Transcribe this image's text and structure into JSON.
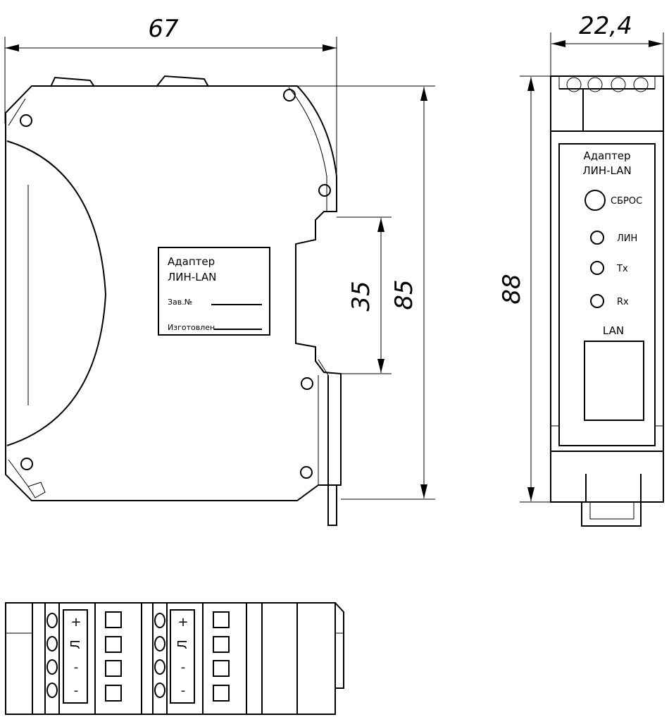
{
  "dimensions": {
    "width_top": "67",
    "width_front": "22,4",
    "height_rail": "35",
    "height_side": "85",
    "height_front": "88"
  },
  "side_label": {
    "title_line1": "Адаптер",
    "title_line2": "ЛИН-LAN",
    "serial_label": "Зав.№",
    "manufactured_label": "Изготовлен"
  },
  "front_panel": {
    "title_line1": "Адаптер",
    "title_line2": "ЛИН-LAN",
    "reset_label": "СБРОС",
    "led_lin": "ЛИН",
    "led_tx": "Tx",
    "led_rx": "Rx",
    "port_label": "LAN"
  },
  "terminal_block": {
    "left_markings": [
      "+",
      "Л",
      "-",
      "-"
    ],
    "right_markings": [
      "+",
      "Л",
      "-",
      "-"
    ]
  }
}
